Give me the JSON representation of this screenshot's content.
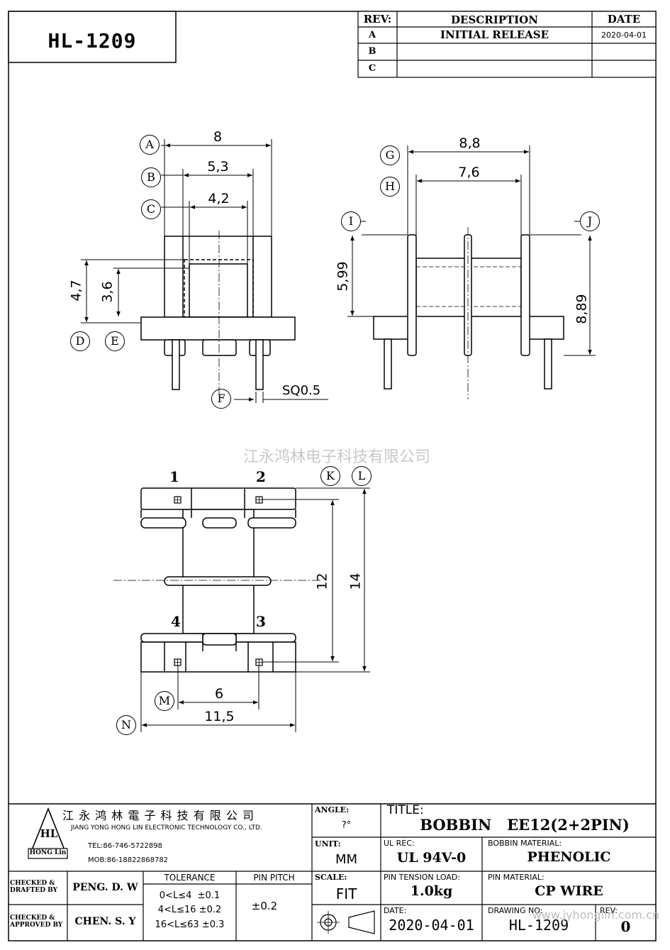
{
  "part_number": "HL-1209",
  "revision_table": {
    "headers": {
      "rev": "REV:",
      "description": "DESCRIPTION",
      "date": "DATE"
    },
    "rows": [
      {
        "rev": "A",
        "description": "INITIAL RELEASE",
        "date": "2020-04-01"
      },
      {
        "rev": "B",
        "description": "",
        "date": ""
      },
      {
        "rev": "C",
        "description": "",
        "date": ""
      }
    ]
  },
  "drawing": {
    "top_left_view": {
      "circle_labels": [
        "A",
        "B",
        "C",
        "D",
        "E",
        "F"
      ],
      "dims": {
        "a": "8",
        "b": "5,3",
        "c": "4,2",
        "d": "4,7",
        "e": "3,6",
        "f": "SQ0.5"
      }
    },
    "top_right_view": {
      "circle_labels": [
        "G",
        "H",
        "I",
        "J"
      ],
      "dims": {
        "g": "8,8",
        "h": "7,6",
        "i": "5,99",
        "j": "8,89"
      }
    },
    "bottom_view": {
      "circle_labels": [
        "K",
        "L",
        "M",
        "N"
      ],
      "pin_numbers": [
        "1",
        "2",
        "3",
        "4"
      ],
      "dims": {
        "k": "12",
        "l": "14",
        "m": "6",
        "n": "11,5"
      }
    },
    "watermark": "江永鸿林电子科技有限公司"
  },
  "title_block": {
    "company_cn": "江 永 鸿 林 電 子 科 技 有 限 公 司",
    "company_en": "JIANG YONG HONG LIN ELECTRONIC TECHNOLOGY CO., LTD.",
    "logo_letters": "HL",
    "logo_text": "HONG Lin",
    "tel": "TEL:86-746-5722898",
    "mob": "MOB:86-18822868782",
    "checked_drafted_label": "CHECKED & DRAFTED BY",
    "checked_drafted_value": "PENG. D. W",
    "checked_approved_label": "CHECKED & APPROVED BY",
    "checked_approved_value": "CHEN. S. Y",
    "tolerance_header": "TOLERANCE",
    "tolerance_rows": [
      "0<L≤4  ±0.1",
      "4<L≤16 ±0.2",
      "16<L≤63 ±0.3"
    ],
    "pin_pitch_header": "PIN PITCH",
    "pin_pitch_value": "±0.2",
    "angle_label": "ANGLE:",
    "angle_value": "?°",
    "unit_label": "UNIT:",
    "unit_value": "MM",
    "scale_label": "SCALE:",
    "scale_value": "FIT",
    "title_label": "TITLE:",
    "title_value": "BOBBIN   EE12(2+2PIN)",
    "ul_rec_label": "UL REC:",
    "ul_rec_value": "UL 94V-0",
    "bobbin_material_label": "BOBBIN MATERIAL:",
    "bobbin_material_value": "PHENOLIC",
    "pin_tension_label": "PIN TENSION LOAD:",
    "pin_tension_value": "1.0kg",
    "pin_material_label": "PIN MATERIAL:",
    "pin_material_value": "CP WIRE",
    "date_label": "DATE:",
    "date_value": "2020-04-01",
    "drawing_no_label": "DRAWING NO:",
    "drawing_no_value": "HL-1209",
    "rev_label": "REV:",
    "rev_value": "0",
    "footer_watermark": "www.jyhonglin.com.cn"
  }
}
